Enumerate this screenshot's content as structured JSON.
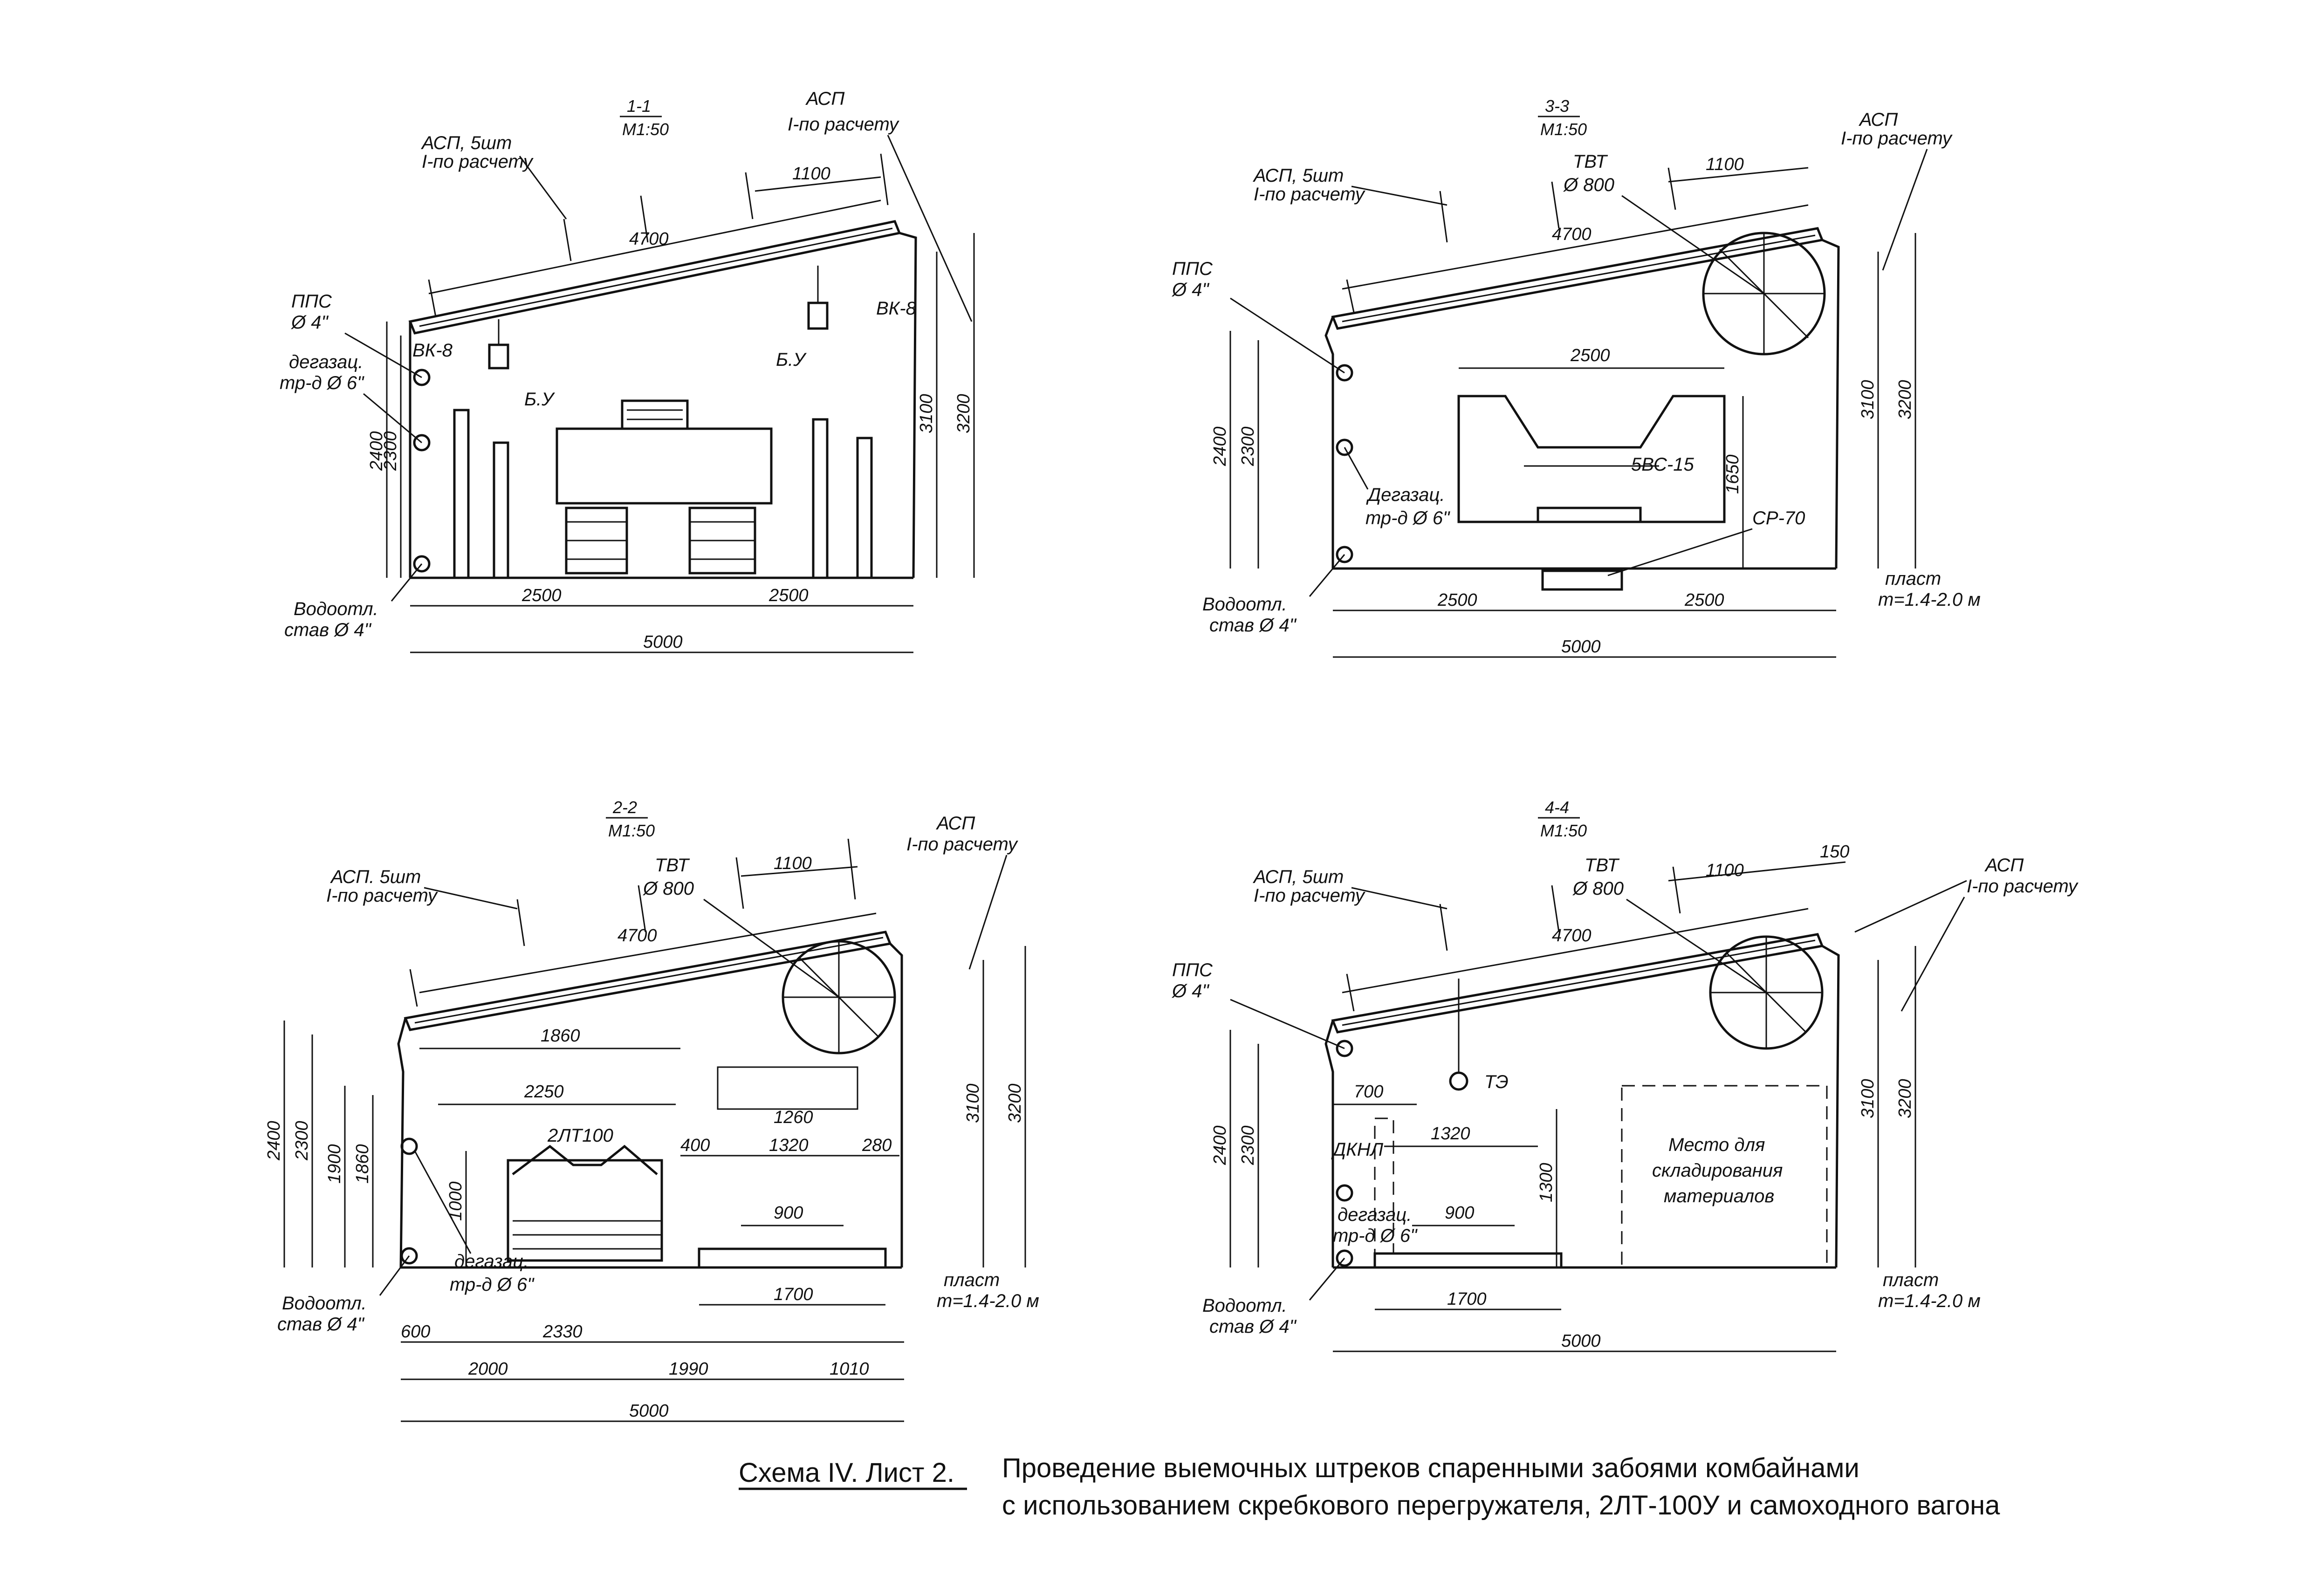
{
  "views": {
    "v11": {
      "title": "1-1",
      "scale": "М1:50",
      "asp_left": "АСП, 5шт",
      "asp_left_sub": "I-по расчету",
      "asp_right": "АСП",
      "asp_right_sub": "I-по расчету",
      "pps": "ППС",
      "pps_d": "Ø 4\"",
      "degaz": "дегазац.",
      "degaz_d": "тр-д  Ø 6\"",
      "vodo": "Водоотл.",
      "vodo_d": "став  Ø 4\"",
      "vk_left": "ВК-8",
      "vk_right": "ВК-8",
      "bu1": "Б.У",
      "bu2": "Б.У",
      "d4700": "4700",
      "d1100": "1100",
      "d2500a": "2500",
      "d2500b": "2500",
      "d5000": "5000",
      "d2400": "2400",
      "d2300": "2300",
      "d3100": "3100",
      "d3200": "3200"
    },
    "v33": {
      "title": "3-3",
      "scale": "М1:50",
      "asp_left": "АСП, 5шт",
      "asp_left_sub": "I-по расчету",
      "asp_right": "АСП",
      "asp_right_sub": "I-по расчету",
      "tvt": "ТВТ",
      "tvt_d": "Ø 800",
      "pps": "ППС",
      "pps_d": "Ø 4\"",
      "degaz": "Дегазац.",
      "degaz_d": "тр-д  Ø 6\"",
      "vodo": "Водоотл.",
      "vodo_d": "став  Ø 4\"",
      "machine": "5ВС-15",
      "sr": "СР-70",
      "plast": "пласт",
      "plast_m": "m=1.4-2.0 м",
      "d4700": "4700",
      "d1100": "1100",
      "d2500top": "2500",
      "d1650": "1650",
      "d2500a": "2500",
      "d2500b": "2500",
      "d5000": "5000",
      "d2400": "2400",
      "d2300": "2300",
      "d3100": "3100",
      "d3200": "3200"
    },
    "v22": {
      "title": "2-2",
      "scale": "М1:50",
      "asp_left": "АСП. 5шт",
      "asp_left_sub": "I-по расчету",
      "asp_right": "АСП",
      "asp_right_sub": "I-по расчету",
      "tvt": "ТВТ",
      "tvt_d": "Ø 800",
      "degaz": "дегазац.",
      "degaz_d": "тр-д  Ø 6\"",
      "vodo": "Водоотл.",
      "vodo_d": "став  Ø 4\"",
      "conveyor": "2ЛТ100",
      "plast": "пласт",
      "plast_m": "m=1.4-2.0 м",
      "d4700": "4700",
      "d1100": "1100",
      "d1860top": "1860",
      "d2250": "2250",
      "d1260": "1260",
      "d400": "400",
      "d1320": "1320",
      "d280": "280",
      "d900": "900",
      "d1700": "1700",
      "d1000": "1000",
      "d600": "600",
      "d2330": "2330",
      "d2000": "2000",
      "d1990": "1990",
      "d1010": "1010",
      "d5000": "5000",
      "d2400": "2400",
      "d2300": "2300",
      "d1900": "1900",
      "d1860": "1860",
      "d3100": "3100",
      "d3200": "3200"
    },
    "v44": {
      "title": "4-4",
      "scale": "М1:50",
      "asp_left": "АСП, 5шт",
      "asp_left_sub": "I-по расчету",
      "asp_right": "АСП",
      "asp_right_sub": "I-по расчету",
      "tvt": "ТВТ",
      "tvt_d": "Ø 800",
      "pps": "ППС",
      "pps_d": "Ø 4\"",
      "te": "ТЭ",
      "dknl": "ДКНЛ",
      "degaz": "дегазац.",
      "degaz_d": "тр-д  Ø 6\"",
      "vodo": "Водоотл.",
      "vodo_d": "став  Ø 4\"",
      "storage1": "Место для",
      "storage2": "складирования",
      "storage3": "материалов",
      "plast": "пласт",
      "plast_m": "m=1.4-2.0 м",
      "d4700": "4700",
      "d1100": "1100",
      "d150": "150",
      "d700": "700",
      "d1320": "1320",
      "d900": "900",
      "d1300": "1300",
      "d1700": "1700",
      "d5000": "5000",
      "d2400": "2400",
      "d2300": "2300",
      "d3100": "3100",
      "d3200": "3200"
    }
  },
  "caption": {
    "scheme": "Схема IV.  Лист 2.",
    "line1": "Проведение выемочных штреков спаренными забоями комбайнами",
    "line2": "с использованием скребкового перегружателя, 2ЛТ-100У и самоходного вагона"
  }
}
